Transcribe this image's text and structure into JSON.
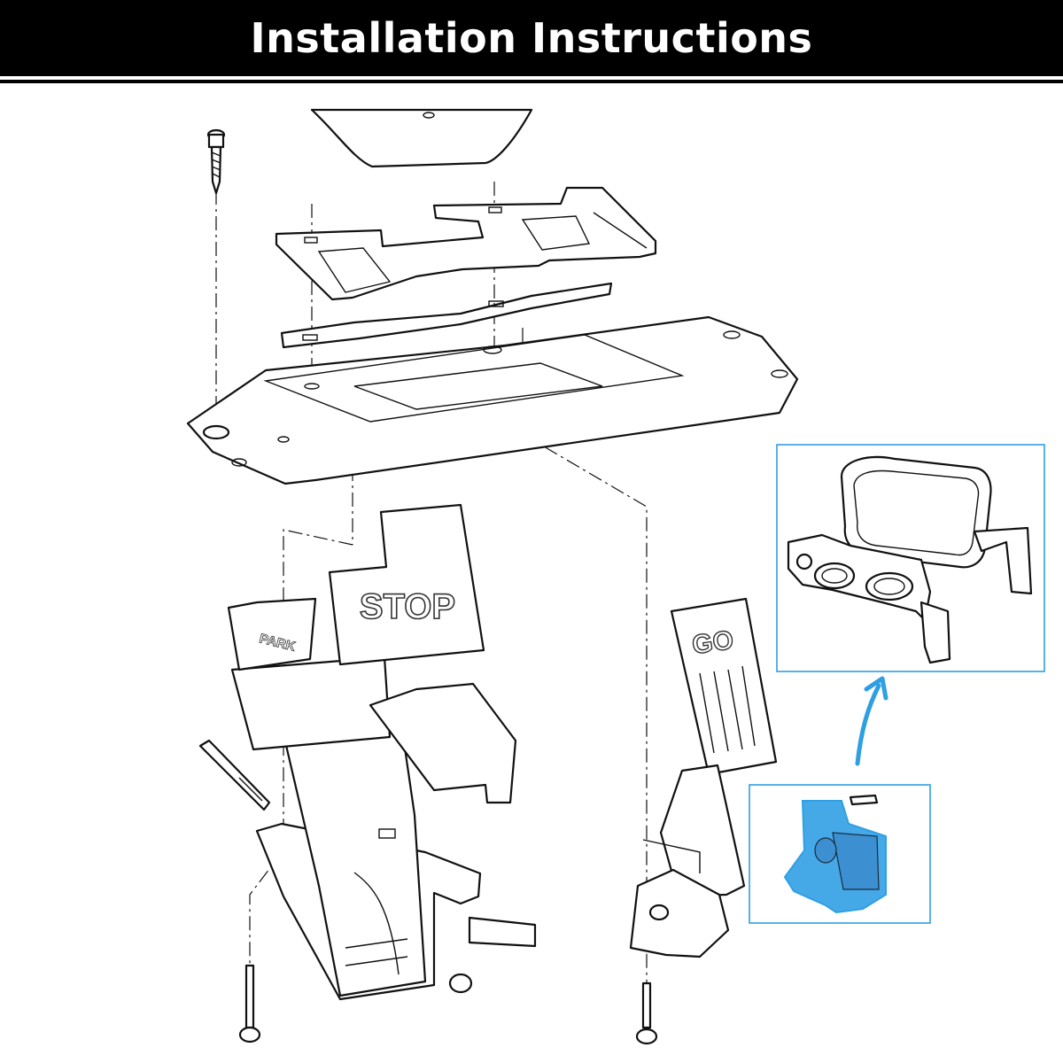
{
  "header": {
    "title": "Installation Instructions"
  },
  "labels": {
    "stop_pedal": "STOP",
    "go_pedal": "GO",
    "park_label": "PARK"
  },
  "colors": {
    "header_bg": "#000000",
    "header_text": "#ffffff",
    "highlight": "#2f9fe3",
    "highlight_fill": "#45a9e8"
  }
}
